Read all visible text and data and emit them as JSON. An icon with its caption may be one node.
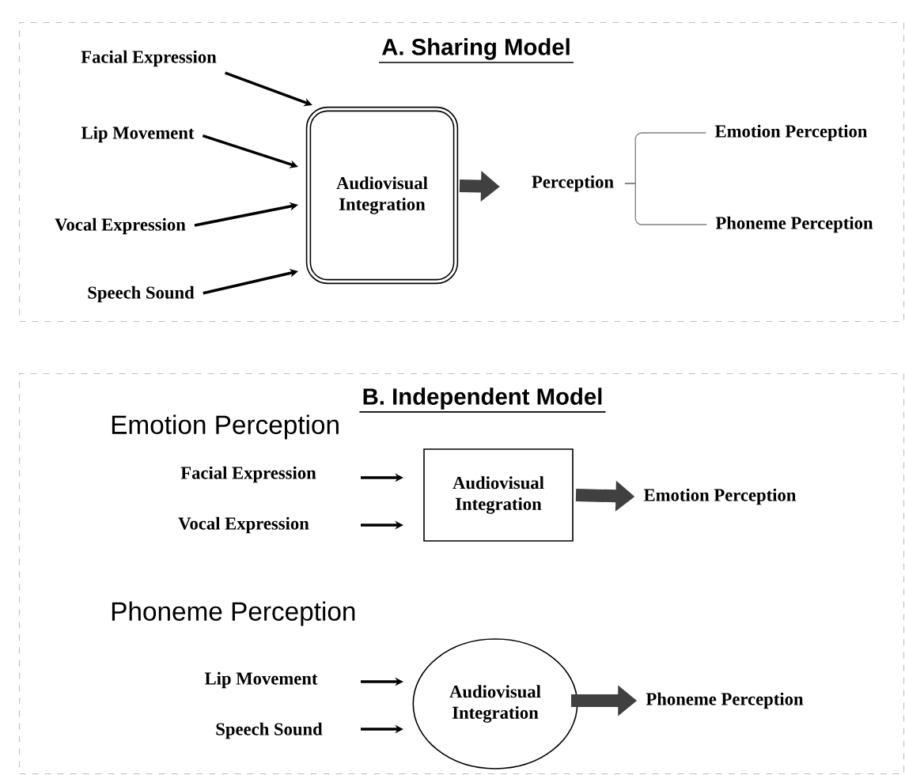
{
  "diagram": {
    "nodes": [
      {
        "text": [
          "A. Sharing Model"
        ]
      },
      {
        "text": [
          "Facial Expression"
        ],
        "in": 0
      },
      {
        "text": [
          "Lip Movement"
        ],
        "in": 0
      },
      {
        "text": [
          "Vocal Expression"
        ],
        "in": 0
      },
      {
        "text": [
          "Speech Sound"
        ],
        "in": 0
      },
      {
        "text": [
          "Audiovisual Integration"
        ],
        "in": 0
      },
      {
        "text": [
          "Perception"
        ],
        "in": 0
      },
      {
        "text": [
          "Emotion Perception"
        ],
        "in": 0
      },
      {
        "text": [
          "Phoneme Perception"
        ],
        "in": 0
      },
      {
        "text": [
          "B. Independent Model"
        ]
      },
      {
        "text": [
          "Facial Expression"
        ],
        "in": 9
      },
      {
        "text": [
          "Vocal Expression"
        ],
        "in": 9
      },
      {
        "text": [
          "Audiovisual Integration"
        ],
        "in": 9
      },
      {
        "text": [
          "Emotion Perception"
        ],
        "in": 9
      },
      {
        "text": [
          "Lip Movement"
        ],
        "in": 9
      },
      {
        "text": [
          "Speech Sound"
        ],
        "in": 9
      },
      {
        "text": [
          "Audiovisual Integration"
        ],
        "in": 9
      },
      {
        "text": [
          "Phoneme Perception"
        ],
        "in": 9
      }
    ],
    "edges": [
      {
        "from": 1,
        "to": 5,
        "arrow": "to"
      },
      {
        "from": 2,
        "to": 5,
        "arrow": "to"
      },
      {
        "from": 3,
        "to": 5,
        "arrow": "to"
      },
      {
        "from": 4,
        "to": 5,
        "arrow": "to"
      },
      {
        "from": 5,
        "to": 6,
        "arrow": "to",
        "style": "thick",
        "color": "#404040"
      },
      {
        "from": 6,
        "to": 7,
        "arrow": "none",
        "color": "#808080"
      },
      {
        "from": 6,
        "to": 8,
        "arrow": "none",
        "color": "#808080"
      },
      {
        "from": 10,
        "to": 12,
        "arrow": "to"
      },
      {
        "from": 11,
        "to": 12,
        "arrow": "to"
      },
      {
        "from": 12,
        "to": 13,
        "arrow": "to",
        "style": "thick",
        "color": "#404040"
      },
      {
        "from": 14,
        "to": 16,
        "arrow": "to"
      },
      {
        "from": 15,
        "to": 16,
        "arrow": "to"
      },
      {
        "from": 16,
        "to": 17,
        "arrow": "to",
        "style": "thick",
        "color": "#404040"
      }
    ],
    "labels": [
      "Emotion Perception",
      "Phoneme Perception"
    ]
  }
}
